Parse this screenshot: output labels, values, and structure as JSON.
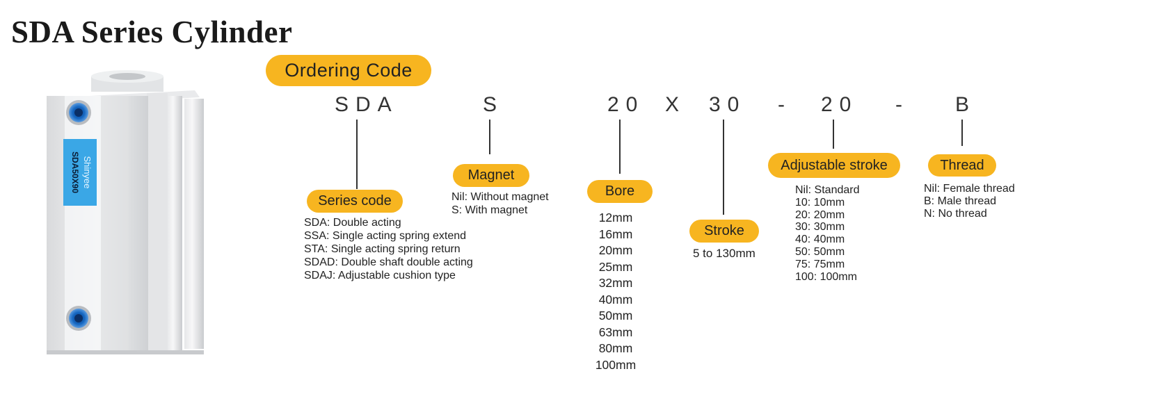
{
  "title": "SDA Series Cylinder",
  "ordering_label": "Ordering Code",
  "code_parts": [
    "SDA",
    "S",
    "20",
    "X",
    "30",
    "-",
    "20",
    "-",
    "B"
  ],
  "product_label": {
    "brand": "Shinyee",
    "model": "SDA50X90"
  },
  "colors": {
    "accent": "#f7b520",
    "label_blue": "#3aa7e6",
    "port_blue": "#1566c0"
  },
  "segments": {
    "series": {
      "label": "Series code",
      "items": [
        "SDA: Double acting",
        "SSA: Single acting spring extend",
        "STA: Single acting spring return",
        "SDAD: Double shaft double acting",
        "SDAJ: Adjustable cushion type"
      ]
    },
    "magnet": {
      "label": "Magnet",
      "items": [
        "Nil: Without magnet",
        "S: With magnet"
      ]
    },
    "bore": {
      "label": "Bore",
      "items": [
        "12mm",
        "16mm",
        "20mm",
        "25mm",
        "32mm",
        "40mm",
        "50mm",
        "63mm",
        "80mm",
        "100mm"
      ]
    },
    "stroke": {
      "label": "Stroke",
      "items": [
        "5 to 130mm"
      ]
    },
    "adjustable": {
      "label": "Adjustable stroke",
      "items": [
        "Nil: Standard",
        "10: 10mm",
        "20: 20mm",
        "30: 30mm",
        "40: 40mm",
        "50: 50mm",
        "75: 75mm",
        "100: 100mm"
      ]
    },
    "thread": {
      "label": "Thread",
      "items": [
        "Nil: Female thread",
        "B: Male thread",
        "N: No thread"
      ]
    }
  }
}
